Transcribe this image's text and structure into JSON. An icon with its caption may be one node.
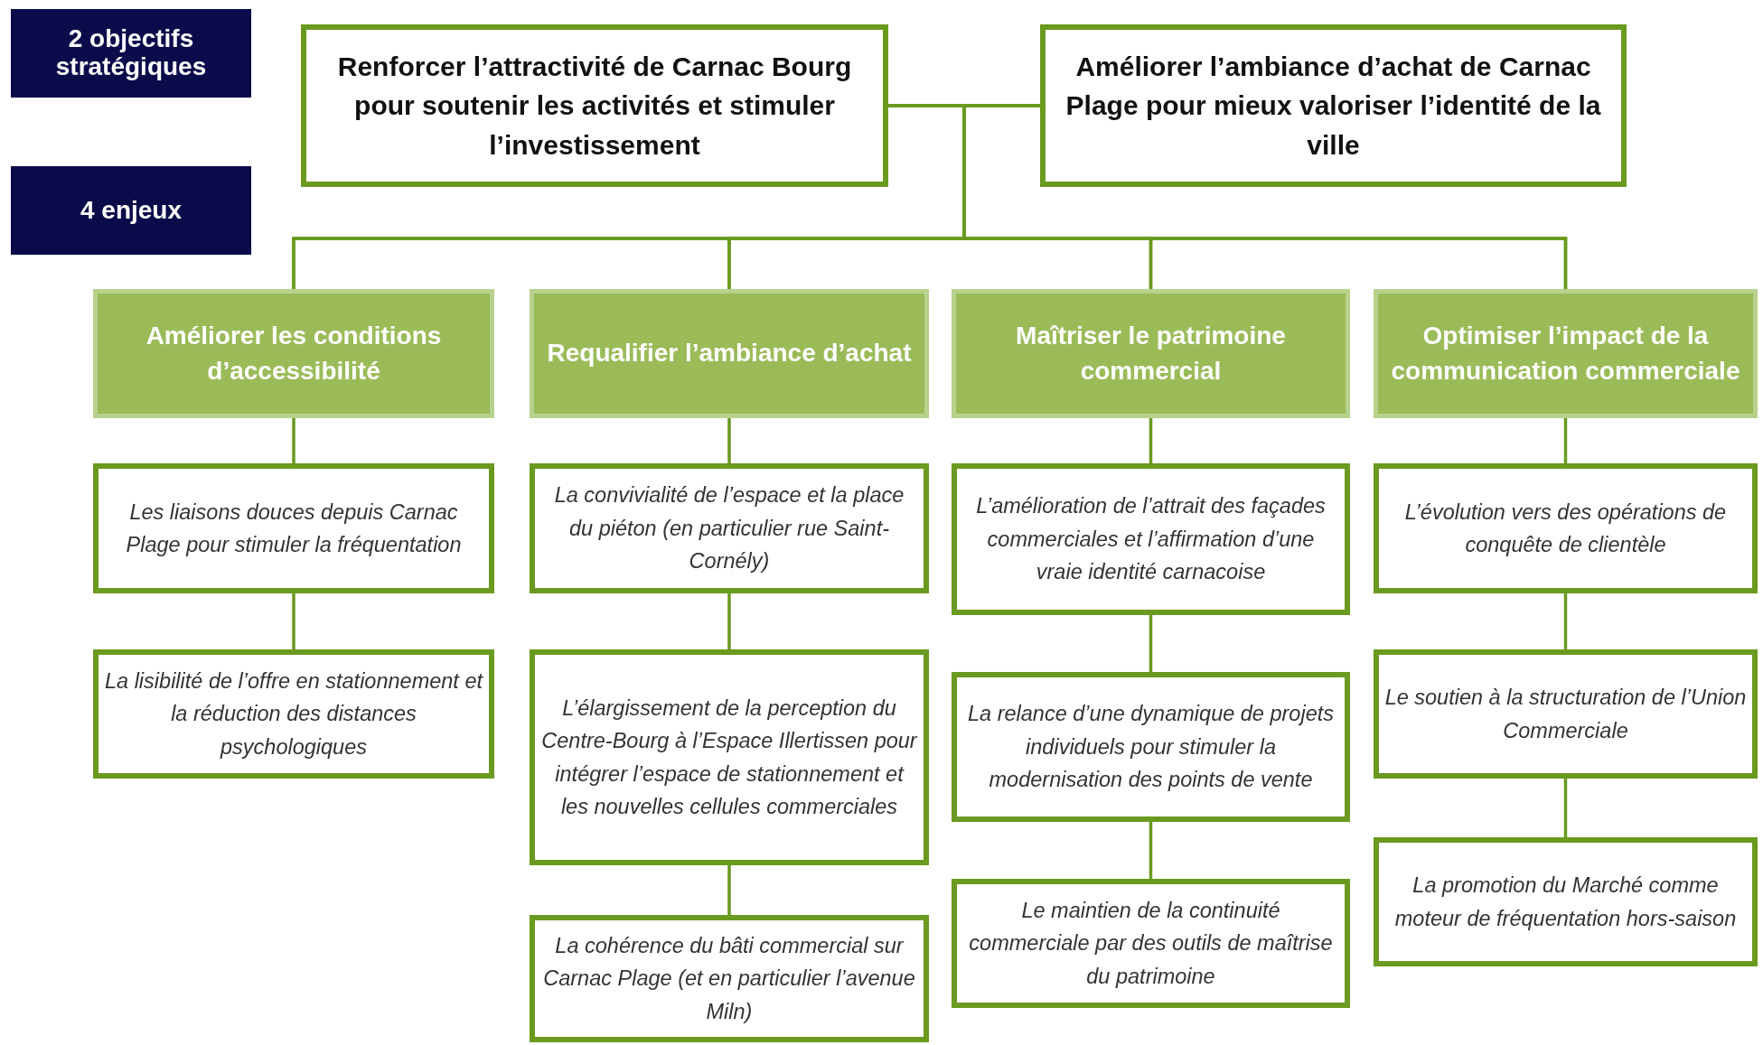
{
  "diagram": {
    "nodes": [
      {
        "text": [
          "2 objectifs stratégiques"
        ]
      },
      {
        "text": [
          "4 enjeux"
        ]
      },
      {
        "text": [
          "Renforcer l’attractivité de Carnac Bourg pour soutenir les activités et stimuler l’investissement"
        ]
      },
      {
        "text": [
          "Améliorer l’ambiance d’achat de Carnac Plage pour mieux valoriser l’identité de la ville"
        ]
      },
      {
        "text": [
          "Améliorer les conditions d’accessibilité"
        ]
      },
      {
        "text": [
          "Requalifier l’ambiance d’achat"
        ]
      },
      {
        "text": [
          "Maîtriser le patrimoine commercial"
        ]
      },
      {
        "text": [
          "Optimiser l’impact de la communication commerciale"
        ]
      },
      {
        "text": [
          "Les liaisons douces depuis Carnac Plage pour stimuler la fréquentation"
        ]
      },
      {
        "text": [
          "La lisibilité de l’offre en stationnement et la réduction des distances psychologiques"
        ]
      },
      {
        "text": [
          "La convivialité de l’espace et la place du piéton (en particulier rue Saint-Cornély)"
        ]
      },
      {
        "text": [
          "L’élargissement de la perception du Centre-Bourg à l’Espace Illertissen pour intégrer l’espace de stationnement et les nouvelles cellules commerciales"
        ]
      },
      {
        "text": [
          "La cohérence du bâti commercial sur Carnac Plage (et en particulier l’avenue Miln)"
        ]
      },
      {
        "text": [
          "L’amélioration de l’attrait des façades commerciales et l’affirmation d’une vraie identité carnacoise"
        ]
      },
      {
        "text": [
          "La relance d’une dynamique de projets individuels pour stimuler la modernisation des points de vente"
        ]
      },
      {
        "text": [
          "Le maintien de la continuité commerciale par des outils de maîtrise du patrimoine"
        ]
      },
      {
        "text": [
          "L’évolution vers des opérations de conquête de clientèle"
        ]
      },
      {
        "text": [
          "Le soutien à la structuration de l’Union Commerciale"
        ]
      },
      {
        "text": [
          "La promotion du Marché comme moteur de fréquentation hors-saison"
        ]
      }
    ],
    "edges": [
      {
        "from": 2,
        "to": 3,
        "arrow": "none"
      },
      {
        "from": 2,
        "to": 4,
        "arrow": "none"
      },
      {
        "from": 2,
        "to": 5,
        "arrow": "none"
      },
      {
        "from": 2,
        "to": 6,
        "arrow": "none"
      },
      {
        "from": 2,
        "to": 7,
        "arrow": "none"
      },
      {
        "from": 3,
        "to": 4,
        "arrow": "none"
      },
      {
        "from": 3,
        "to": 5,
        "arrow": "none"
      },
      {
        "from": 3,
        "to": 6,
        "arrow": "none"
      },
      {
        "from": 3,
        "to": 7,
        "arrow": "none"
      },
      {
        "from": 4,
        "to": 8,
        "arrow": "none"
      },
      {
        "from": 8,
        "to": 9,
        "arrow": "none"
      },
      {
        "from": 5,
        "to": 10,
        "arrow": "none"
      },
      {
        "from": 10,
        "to": 11,
        "arrow": "none"
      },
      {
        "from": 11,
        "to": 12,
        "arrow": "none"
      },
      {
        "from": 6,
        "to": 13,
        "arrow": "none"
      },
      {
        "from": 13,
        "to": 14,
        "arrow": "none"
      },
      {
        "from": 14,
        "to": 15,
        "arrow": "none"
      },
      {
        "from": 7,
        "to": 16,
        "arrow": "none"
      },
      {
        "from": 16,
        "to": 17,
        "arrow": "none"
      },
      {
        "from": 17,
        "to": 18,
        "arrow": "none"
      }
    ]
  }
}
